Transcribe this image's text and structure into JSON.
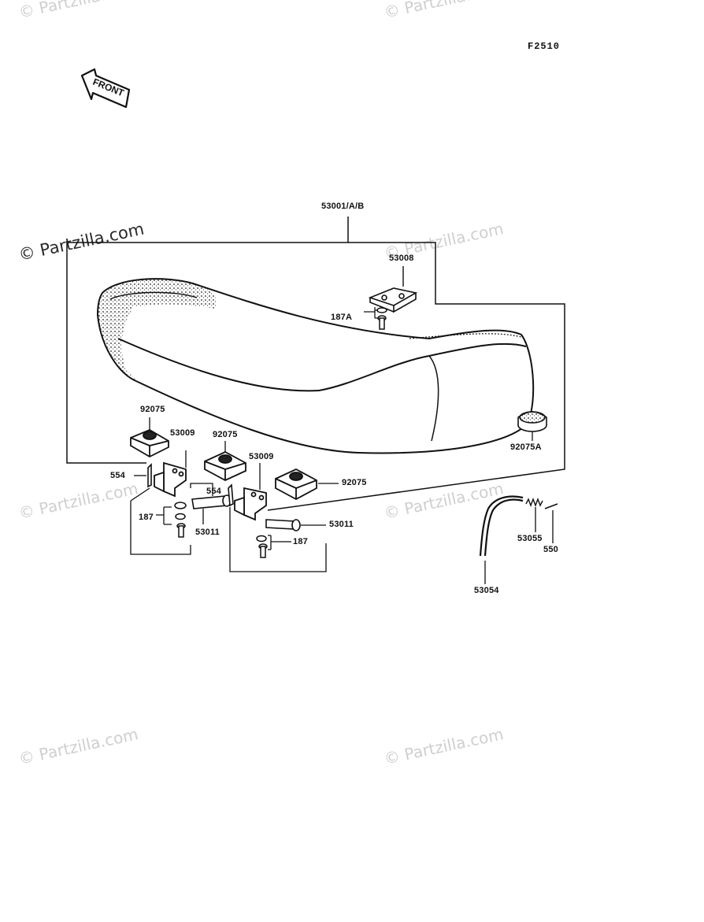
{
  "watermark": {
    "text": "© Partzilla.com"
  },
  "figure_code": "F2510",
  "front_label": "FRONT",
  "parts": {
    "seat": "53001/A/B",
    "plate_top": "53008",
    "screw_top": "187A",
    "damper_left": "92075",
    "bracket_left": "53009",
    "damper_mid": "92075",
    "bracket_right": "53009",
    "damper_right": "92075",
    "damper_cap": "92075A",
    "pin_left": "554",
    "pin_right": "554",
    "screws_left": "187",
    "bolt_left": "53011",
    "bolt_right": "53011",
    "screws_right": "187",
    "spring": "53055",
    "clip": "550",
    "hook_rod": "53054"
  }
}
